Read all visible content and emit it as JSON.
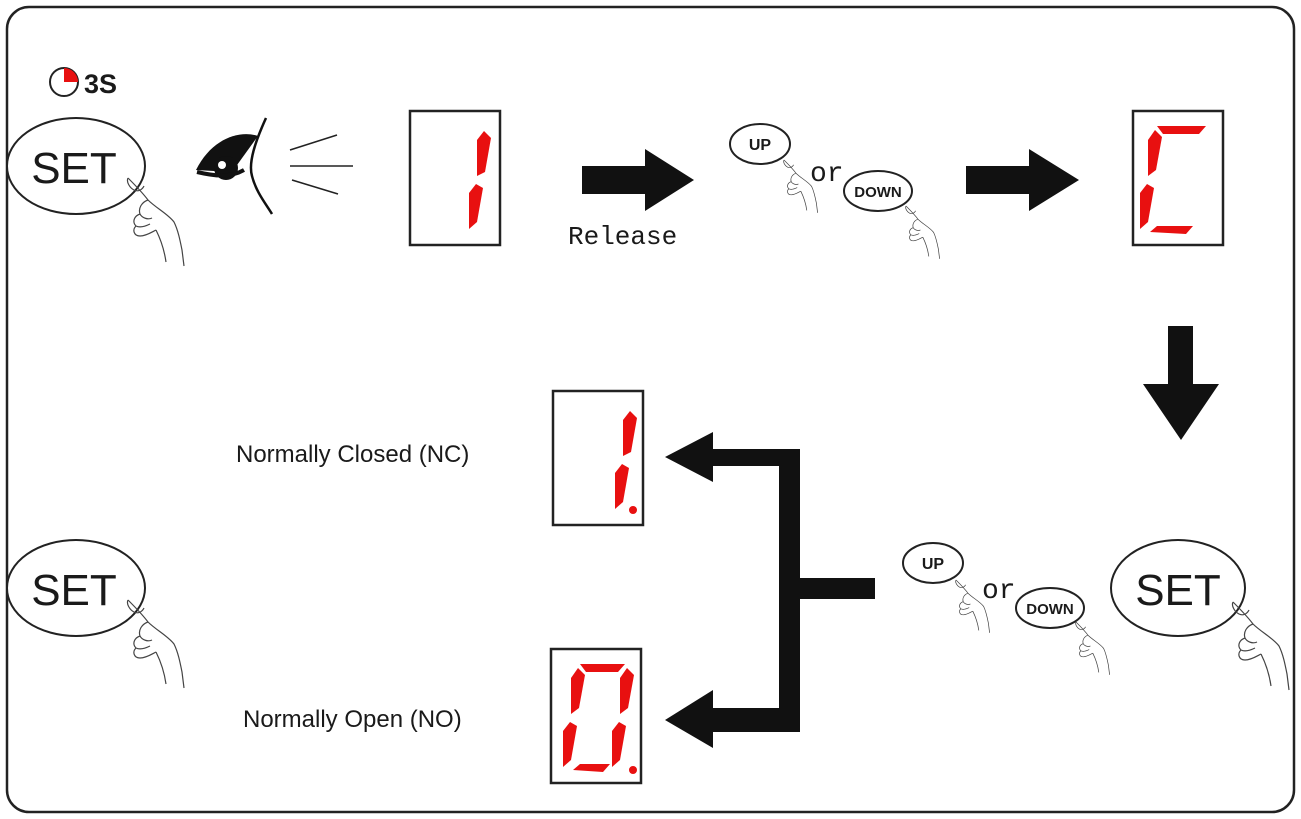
{
  "timer": {
    "label": "3S"
  },
  "buttons": {
    "set": "SET",
    "up": "UP",
    "down": "DOWN",
    "or": "or"
  },
  "steps": {
    "release": "Release"
  },
  "displays": {
    "first": "1",
    "second": "C",
    "nc_value": "1.",
    "no_value": "0."
  },
  "outputs": {
    "nc_label": "Normally Closed (NC)",
    "no_label": "Normally Open (NO)"
  },
  "colors": {
    "segment": "#e81010",
    "ink": "#111111",
    "frame": "#222222"
  },
  "icons": [
    "timer-icon",
    "eye-icon",
    "hand-icon",
    "seven-segment-display",
    "arrow-icon"
  ]
}
